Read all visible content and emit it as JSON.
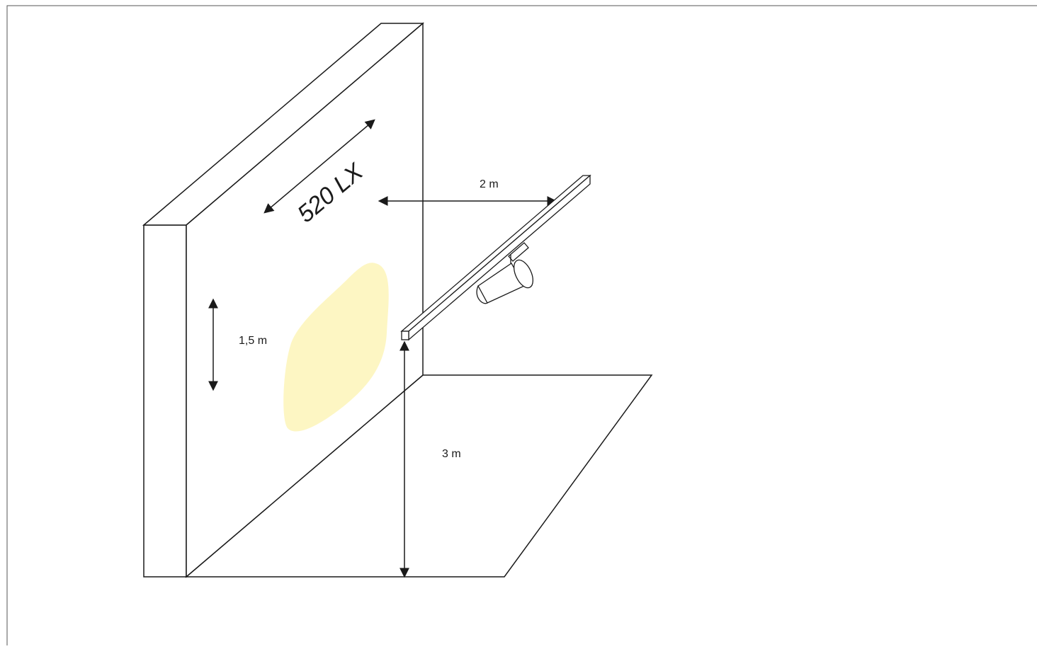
{
  "diagram": {
    "labels": {
      "illuminance": "520 LX",
      "horizontal_distance": "2 m",
      "beam_height": "1,5 m",
      "mount_height": "3 m"
    },
    "colors": {
      "line": "#1a1a1a",
      "light_spot": "#fdf6c3",
      "background": "#ffffff"
    }
  }
}
